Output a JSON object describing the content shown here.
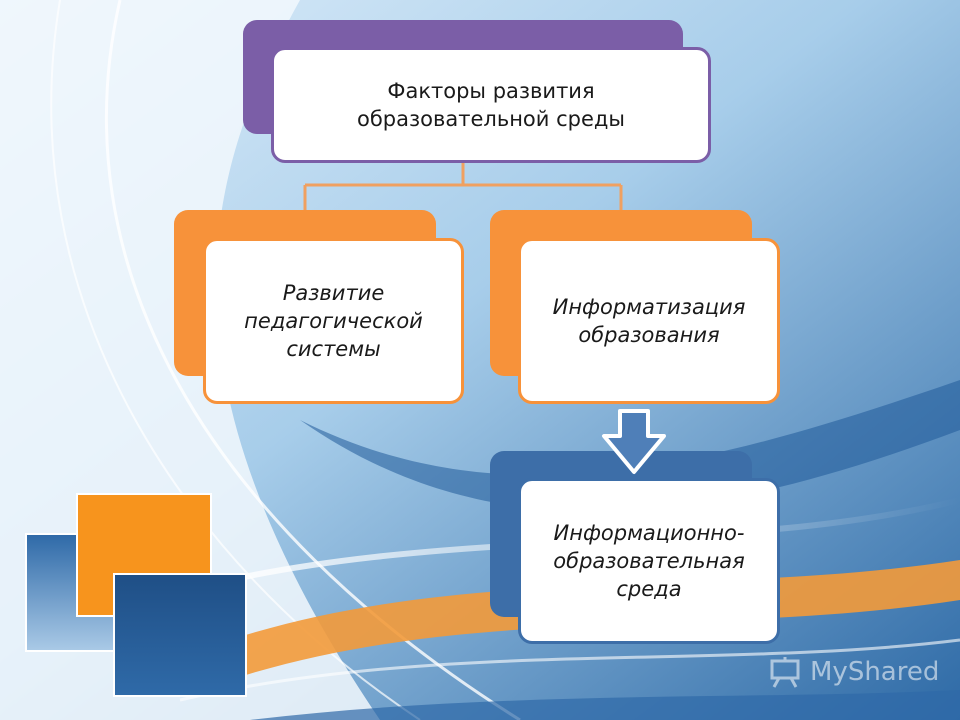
{
  "diagram": {
    "root": {
      "text": "Факторы развития\nобразовательной среды"
    },
    "left": {
      "text": "Развитие\nпедагогической\nсистемы"
    },
    "right": {
      "text": "Информатизация\nобразования"
    },
    "result": {
      "text": "Информационно-\nобразовательная\nсреда"
    }
  },
  "watermark": {
    "text": "MyShared"
  },
  "colors": {
    "root_accent": "#7b5ea7",
    "factor_accent": "#f7923a",
    "result_accent": "#3d6ea8",
    "connector": "#f0a060",
    "arrow_fill": "#4f7fb8"
  }
}
